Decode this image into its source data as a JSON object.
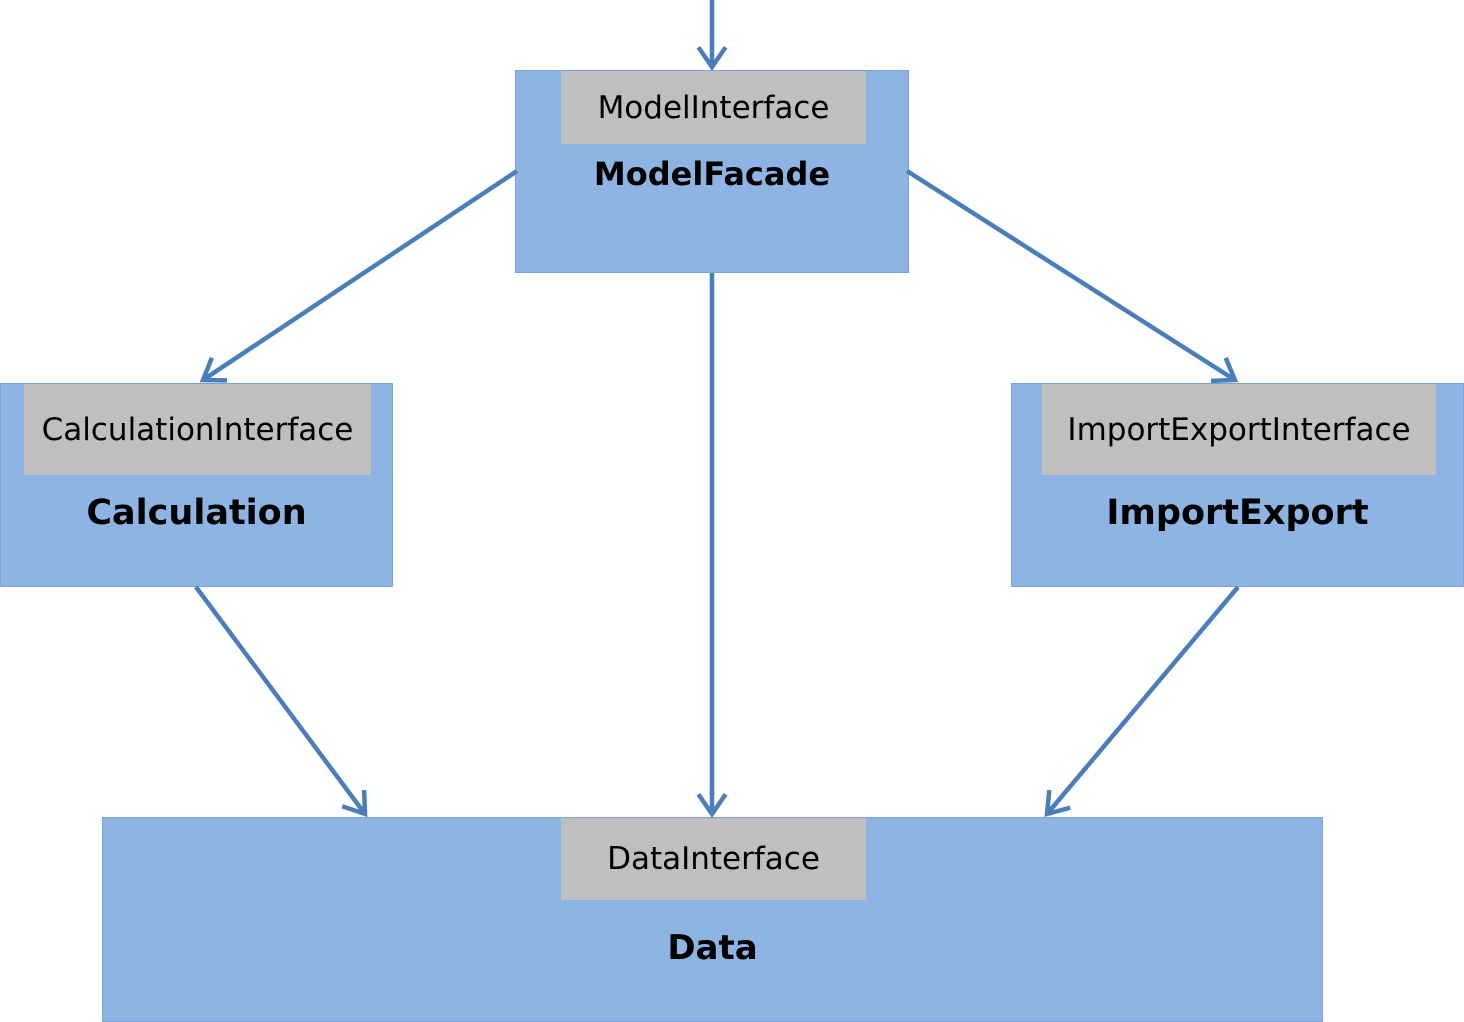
{
  "diagram": {
    "colors": {
      "module_fill": "#8eb4e3",
      "interface_fill": "#bfbfbf",
      "arrow": "#4a7ebb",
      "text": "#000000"
    },
    "modules": {
      "model_facade": {
        "name": "ModelFacade",
        "interface": "ModelInterface"
      },
      "calculation": {
        "name": "Calculation",
        "interface": "CalculationInterface"
      },
      "import_export": {
        "name": "ImportExport",
        "interface": "ImportExportInterface"
      },
      "data": {
        "name": "Data",
        "interface": "DataInterface"
      }
    },
    "dependencies": [
      {
        "from": "external",
        "to": "model_facade"
      },
      {
        "from": "model_facade",
        "to": "calculation"
      },
      {
        "from": "model_facade",
        "to": "data"
      },
      {
        "from": "model_facade",
        "to": "import_export"
      },
      {
        "from": "calculation",
        "to": "data"
      },
      {
        "from": "import_export",
        "to": "data"
      }
    ]
  }
}
